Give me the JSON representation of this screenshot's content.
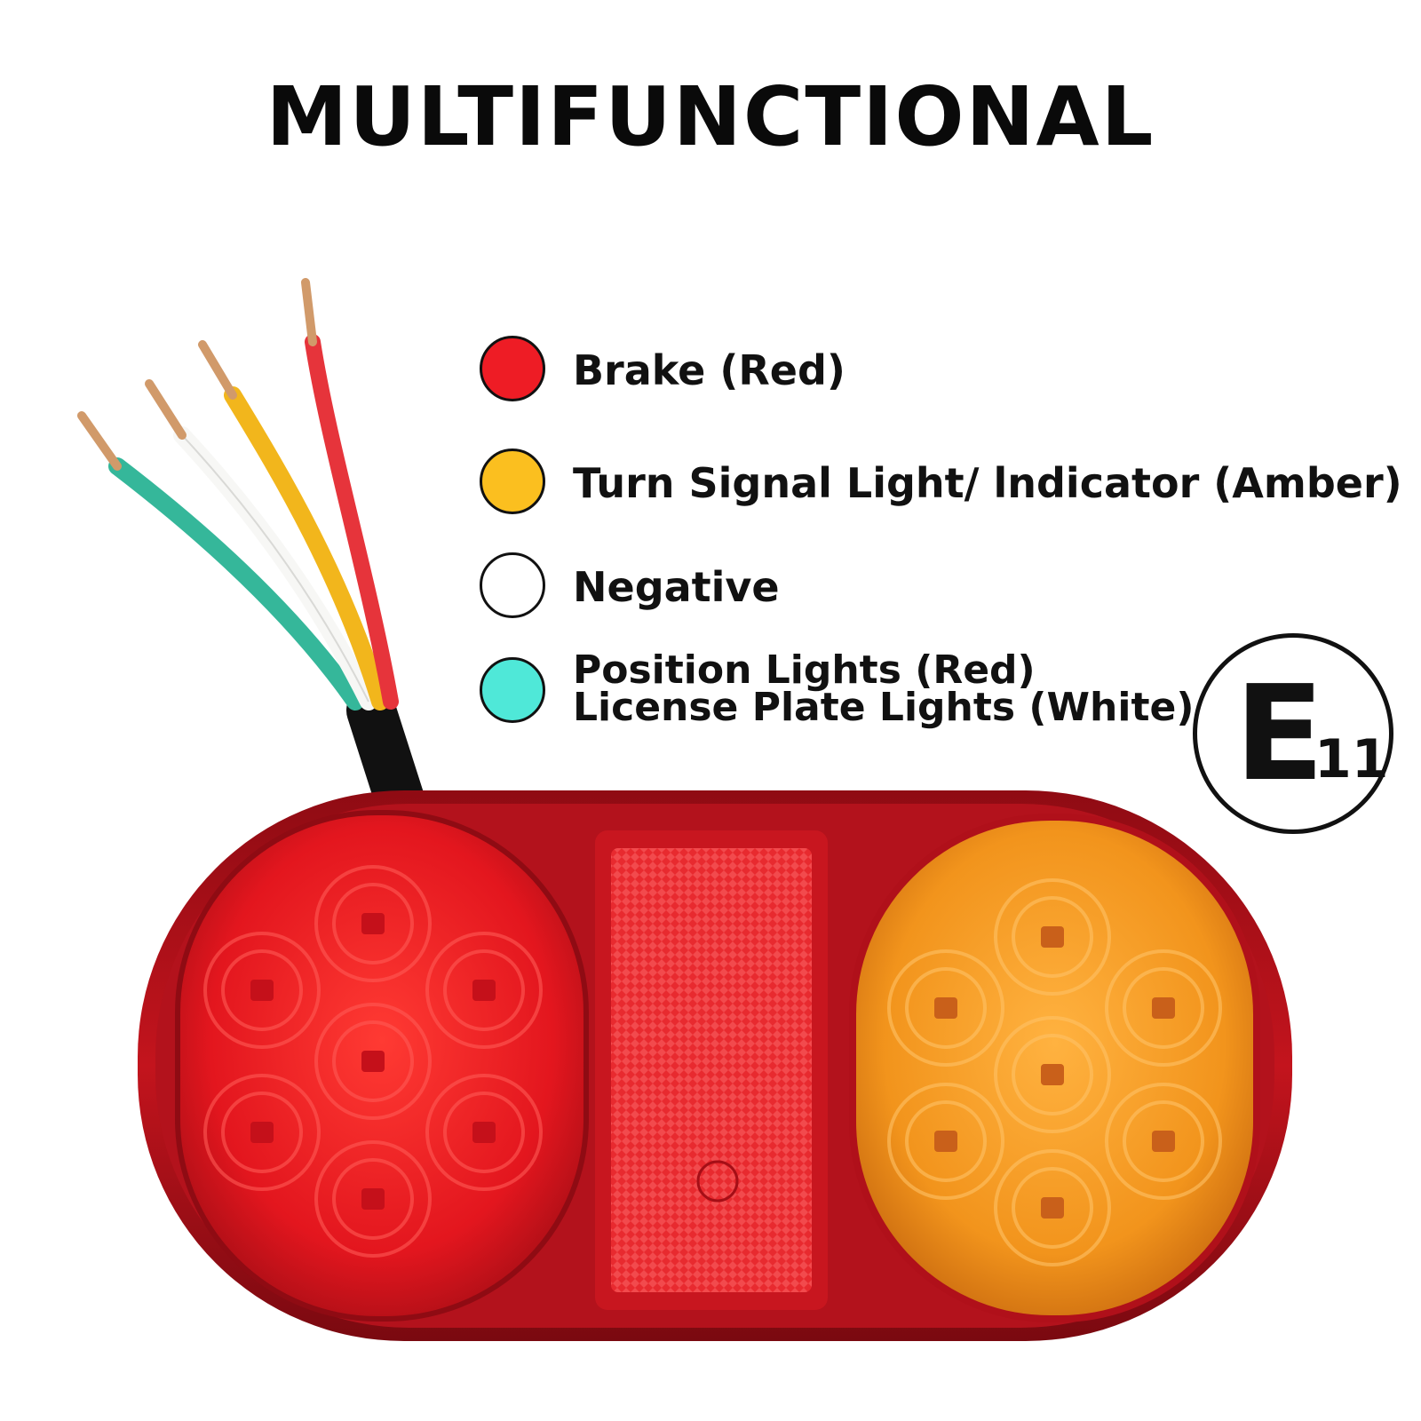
{
  "title": "MULTIFUNCTIONAL",
  "legend": [
    {
      "name": "brake",
      "label": "Brake (Red)",
      "color": "#ee1c25"
    },
    {
      "name": "turn-signal",
      "label": "Turn Signal Light/ lndicator (Amber)",
      "color": "#fbbf1f"
    },
    {
      "name": "negative",
      "label": "Negative",
      "color": "#ffffff"
    },
    {
      "name": "position-license",
      "label_line1": "Position Lights (Red)",
      "label_line2": "License Plate Lights (White)",
      "color": "#4fe8d8"
    }
  ],
  "certification": {
    "letter": "E",
    "number": "11"
  },
  "colors": {
    "housing": "#b3121c",
    "red_lens": "#e3161e",
    "amber_lens": "#f2941c",
    "reflector": "#e82a2f",
    "cable": "#111111",
    "wire_red": "#e6343b",
    "wire_yellow": "#f2b61c",
    "wire_white": "#f7f7f5",
    "wire_green": "#35b79a",
    "copper": "#d19a6a"
  },
  "product_icons": [
    "wire-bundle-icon",
    "red-led-lens-icon",
    "reflector-icon",
    "amber-led-lens-icon"
  ]
}
